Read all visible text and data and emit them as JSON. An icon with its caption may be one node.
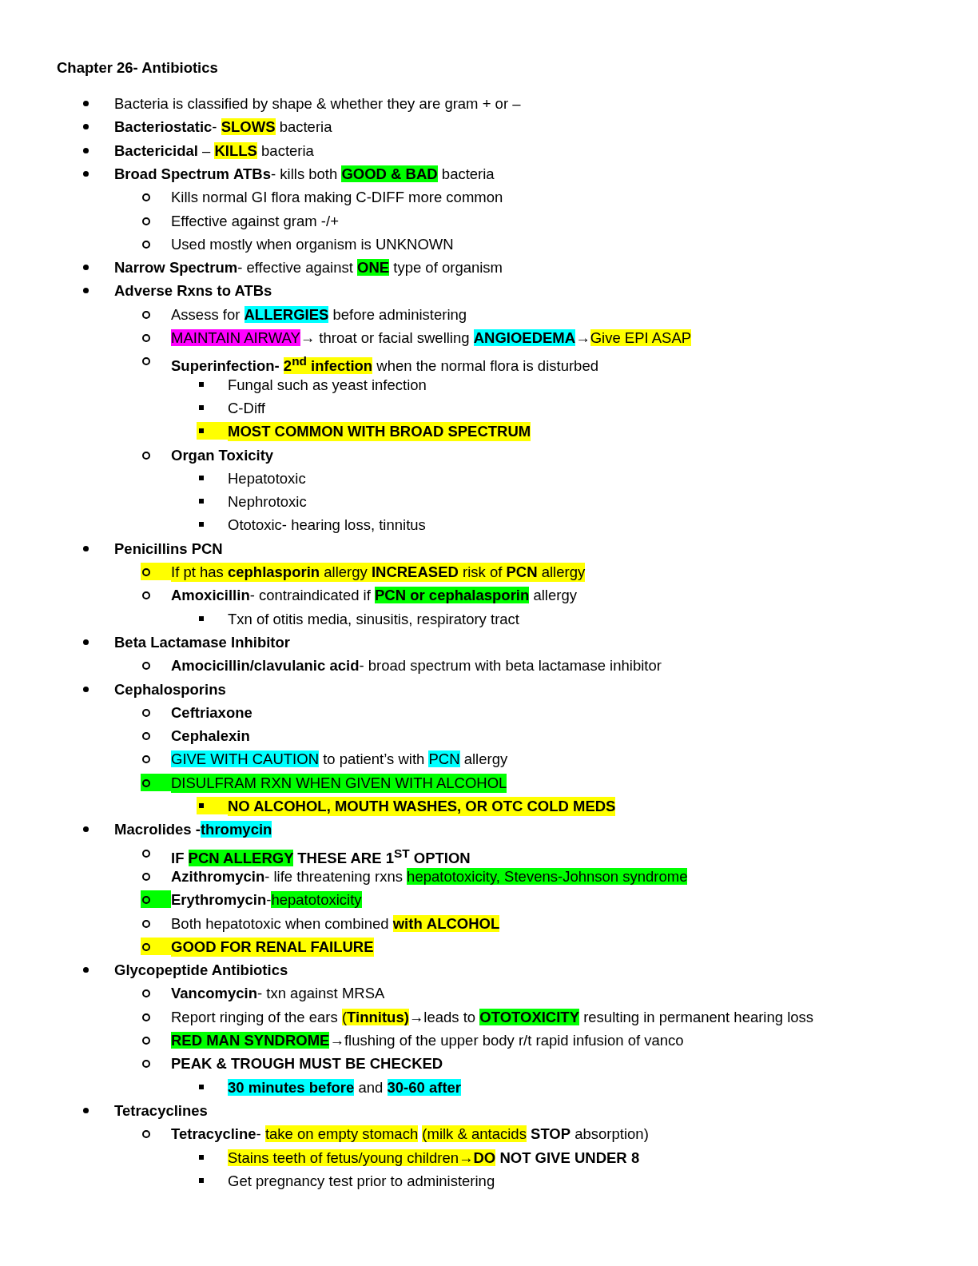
{
  "diagram": {
    "title": "Chapter 26- Antibiotics",
    "labels": [
      "Bacteria is classified by shape & whether they are gram + or –",
      "**Bacteriostatic**- **SLOWS** bacteria",
      "**Bactericidal** – **KILLS** bacteria",
      "**Broad Spectrum ATBs**- kills both **GOOD & BAD** bacteria",
      "Kills normal GI flora making C-DIFF more common",
      "Effective against gram -/+",
      "Used mostly when organism is UNKNOWN",
      "**Narrow Spectrum**- effective against **ONE** type of organism",
      "Adverse Rxns to ATBs",
      "Assess for **ALLERGIES** before administering",
      "MAINTAIN AIRWAY→ throat or facial swelling **ANGIOEDEMA**→Give EPI ASAP",
      "**Superinfection- 2$^{nd}$ infection** when the normal flora is disturbed",
      "Fungal such as yeast infection",
      "C-Diff",
      "MOST COMMON WITH BROAD SPECTRUM",
      "Organ Toxicity",
      "Hepatotoxic",
      "Nephrotoxic",
      "Ototoxic- hearing loss, tinnitus",
      "Penicillins PCN",
      "If pt has **cephlasporin** allergy **INCREASED** risk of **PCN** allergy",
      "**Amoxicillin**- contraindicated if **PCN or cephalasporin** allergy",
      "Txn of otitis media, sinusitis, respiratory tract",
      "Beta Lactamase Inhibitor",
      "**Amocicillin/clavulanic acid**- broad spectrum with beta lactamase inhibitor",
      "Cephalosporins",
      "Ceftriaxone",
      "Cephalexin",
      "GIVE WITH CAUTION to patient’s with PCN allergy",
      "DISULFRAM RXN WHEN GIVEN WITH ALCOHOL",
      "NO ALCOHOL, MOUTH WASHES, OR OTC COLD MEDS",
      "Macrolides -thromycin",
      "IF PCN ALLERGY THESE ARE 1$^{ST}$ OPTION",
      "**Azithromycin**- life threatening rxns hepatotoxicity, Stevens-Johnson syndrome",
      "**Erythromycin**-hepatotoxicity",
      "Both hepatotoxic when combined **with ALCOHOL**",
      "GOOD FOR RENAL FAILURE",
      "Glycopeptide Antibiotics",
      "**Vancomycin**- txn against MRSA",
      "Report ringing of the ears (**Tinnitus)**→leads to **OTOTOXICITY** resulting in permanent hearing loss",
      "**RED MAN SYNDROME**→flushing of the upper body r/t rapid infusion of vanco",
      "PEAK & TROUGH MUST BE CHECKED",
      "**30 minutes before** and **30-60 after**",
      "Tetracyclines",
      "**Tetracycline**- take on empty stomach (milk & antacids **STOP** absorption)",
      "Stains teeth of fetus/young children→**DO NOT GIVE UNDER 8**",
      "Get pregnancy test prior to administering"
    ]
  }
}
